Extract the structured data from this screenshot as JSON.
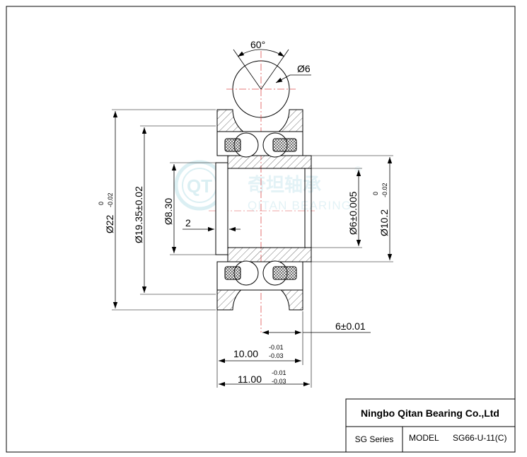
{
  "title_block": {
    "company": "Ningbo Qitan Bearing Co.,Ltd",
    "series": "SG Series",
    "model_label": "MODEL",
    "model_value": "SG66-U-11(C)"
  },
  "watermark": {
    "logo_text": "QT",
    "cn_text": "奇坦轴承",
    "en_text": "QITAN BEARING",
    "mark": "®"
  },
  "dimensions": {
    "angle": "60°",
    "groove_dia": "Ø6",
    "outer_dia": "Ø22",
    "outer_dia_tol_upper": "0",
    "outer_dia_tol_lower": "-0.02",
    "groove_bottom_dia": "Ø19.35±0.02",
    "bore_side_dia": "Ø8.30",
    "shoulder": "2",
    "bore_dia": "Ø6±0.005",
    "inner_ring_dia": "Ø10.2",
    "inner_ring_tol_upper": "0",
    "inner_ring_tol_lower": "-0.02",
    "offset": "6±0.01",
    "width_outer": "10.00",
    "width_outer_tol_upper": "-0.01",
    "width_outer_tol_lower": "-0.03",
    "width_total": "11.00",
    "width_total_tol_upper": "-0.01",
    "width_total_tol_lower": "-0.03"
  }
}
